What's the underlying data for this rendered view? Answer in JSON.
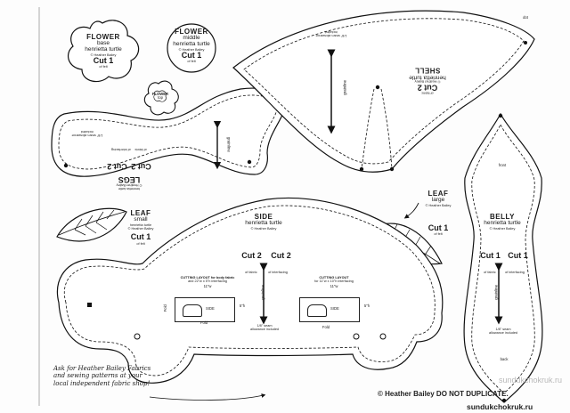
{
  "watermark_site": "sundukchokruk.ru",
  "footer_credit": "© Heather Bailey DO NOT DUPLICATE.",
  "footer_note": "Ask for Heather Bailey Fabrics and sewing patterns at your local independent fabric shop!",
  "pieces": {
    "flower_base": {
      "name": "FLOWER",
      "variant": "base",
      "design": "henrietta turtle",
      "copyright": "© Heather Bailey",
      "cut": "Cut 1",
      "material": "of felt"
    },
    "flower_middle": {
      "name": "FLOWER",
      "variant": "middle",
      "design": "henrietta turtle",
      "copyright": "© Heather Bailey",
      "cut": "Cut 1",
      "material": "of felt"
    },
    "flower_top": {
      "name": "FLOWER",
      "variant": "top"
    },
    "legs": {
      "name": "LEGS",
      "design": "henrietta turtle",
      "copyright": "© Heather Bailey",
      "cut_fabric": "Cut 2",
      "fabric": "of fabric",
      "cut_interfacing": "Cut 2",
      "interfacing": "of interfacing",
      "seam_note": "1/8\" seam allowance included",
      "grainline": "grainline"
    },
    "shell": {
      "name": "SHELL",
      "design": "henrietta turtle",
      "copyright": "© Heather Bailey",
      "cut": "Cut 2",
      "material": "of fabric",
      "seam_note": "1/8\" seam allowance included",
      "grainline": "grainline",
      "dot": "dot"
    },
    "leaf_small": {
      "name": "LEAF",
      "variant": "small",
      "design": "henrietta turtle",
      "copyright": "© Heather Bailey",
      "cut": "Cut 1",
      "material": "of felt"
    },
    "leaf_large": {
      "name": "LEAF",
      "variant": "large",
      "copyright": "© Heather Bailey",
      "cut": "Cut 1",
      "material": "of felt"
    },
    "side": {
      "name": "SIDE",
      "design": "henrietta turtle",
      "copyright": "© Heather Bailey",
      "cut_fabric": "Cut 2",
      "fabric": "of fabric",
      "cut_interfacing": "Cut 2",
      "interfacing": "of interfacing",
      "grainline": "grainline",
      "seam_note": "1/8\" seam allowance included",
      "fold": "Fold"
    },
    "belly": {
      "name": "BELLY",
      "design": "henrietta turtle",
      "copyright": "© Heather Bailey",
      "cut_fabric": "Cut 1",
      "fabric": "of fabric",
      "cut_interfacing": "Cut 1",
      "interfacing": "of interfacing",
      "front": "front",
      "back": "back",
      "grainline": "grainline",
      "seam_note": "1/8\" seam allowance included"
    }
  },
  "cutting_layouts": {
    "fabric": {
      "title": "CUTTING LAYOUT for body fabric",
      "subtitle": "and 22\"w x 5\"h interfacing",
      "width": "11\"w",
      "height": "5\"h",
      "fold": "Fold",
      "mark": "SIDE"
    },
    "interfacing": {
      "title": "CUTTING LAYOUT",
      "subtitle": "for 11\"w x 10\"h interfacing",
      "width": "11\"w",
      "height": "5\"h",
      "fold": "Fold",
      "mark": "SIDE"
    }
  }
}
